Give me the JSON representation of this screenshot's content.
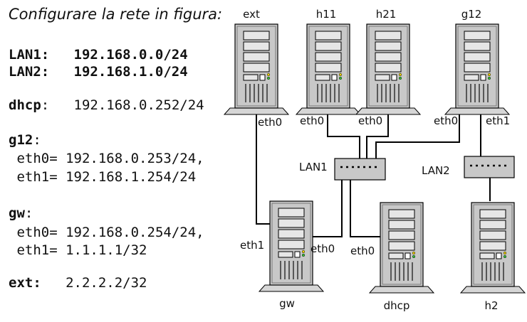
{
  "title": "Configurare la rete in figura:",
  "config": {
    "lan1": {
      "key": "LAN1:",
      "value": "192.168.0.0/24"
    },
    "lan2": {
      "key": "LAN2:",
      "value": "192.168.1.0/24"
    },
    "dhcp": {
      "key": "dhcp",
      "sep": ":",
      "value": "192.168.0.252/24"
    },
    "g12": {
      "key": "g12",
      "sep": ":",
      "eth0": {
        "label": "eth0=",
        "value": "192.168.0.253/24,"
      },
      "eth1": {
        "label": "eth1=",
        "value": "192.168.1.254/24"
      }
    },
    "gw": {
      "key": "gw",
      "sep": ":",
      "eth0": {
        "label": "eth0=",
        "value": "192.168.0.254/24,"
      },
      "eth1": {
        "label": "eth1=",
        "value": "1.1.1.1/32"
      }
    },
    "ext": {
      "key": "ext:",
      "value": "2.2.2.2/32"
    }
  },
  "diagram": {
    "hosts": {
      "ext": "ext",
      "h11": "h11",
      "h21": "h21",
      "g12": "g12",
      "gw": "gw",
      "dhcp": "dhcp",
      "h2": "h2"
    },
    "switches": {
      "lan1": "LAN1",
      "lan2": "LAN2"
    },
    "ifaces": {
      "ext_eth0": "eth0",
      "h11_eth0": "eth0",
      "h21_eth0": "eth0",
      "g12_eth0": "eth0",
      "g12_eth1": "eth1",
      "gw_eth1": "eth1",
      "gw_eth0": "eth0",
      "dhcp_eth0": "eth0"
    }
  }
}
